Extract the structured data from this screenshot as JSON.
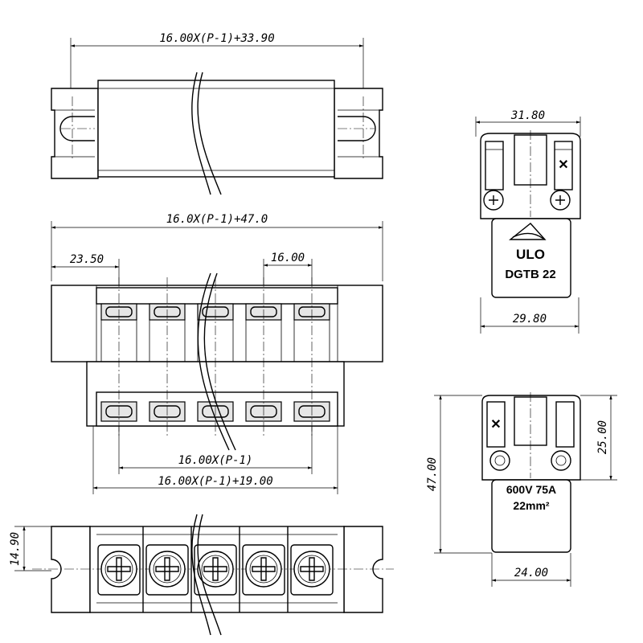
{
  "dimensions": {
    "top_total": "16.00X(P-1)+33.90",
    "mid_total": "16.0X(P-1)+47.0",
    "offset": "23.50",
    "pitch": "16.00",
    "span": "16.00X(P-1)",
    "span_plus": "16.00X(P-1)+19.00",
    "height_small": "14.90",
    "side_width_top": "31.80",
    "side_width_bottom": "29.80",
    "side_height_total": "47.00",
    "side_height_upper": "25.00",
    "side_width_base": "24.00"
  },
  "labels": {
    "brand": "ULO",
    "model": "DGTB 22",
    "rating": "600V 75A",
    "wire": "22mm²"
  },
  "poles": 5
}
